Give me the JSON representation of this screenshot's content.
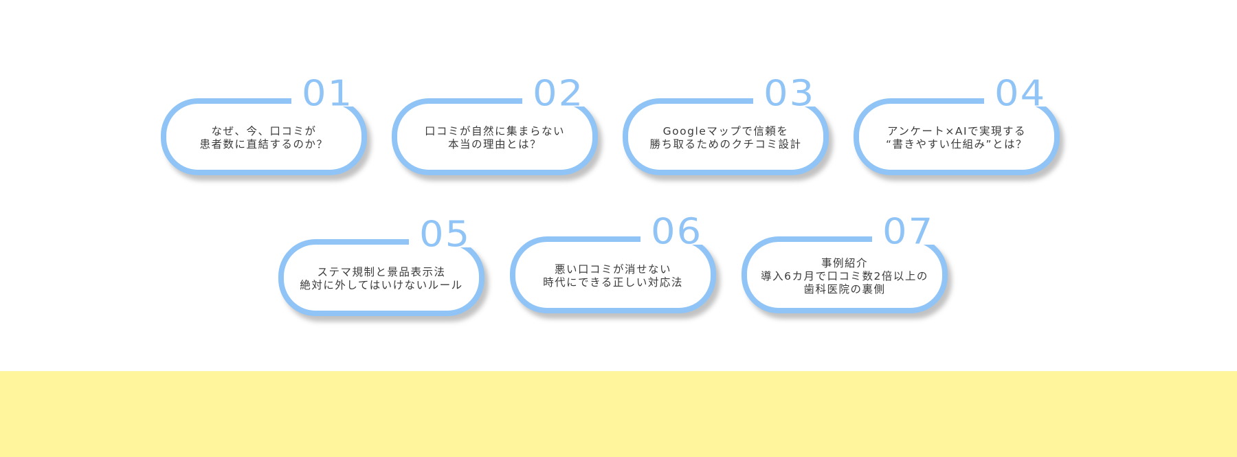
{
  "topics": [
    {
      "number": "01",
      "text": "なぜ、今、口コミが\n患者数に直結するのか？"
    },
    {
      "number": "02",
      "text": "口コミが自然に集まらない\n本当の理由とは？"
    },
    {
      "number": "03",
      "text": "Googleマップで信頼を\n勝ち取るためのクチコミ設計"
    },
    {
      "number": "04",
      "text": "アンケート×AIで実現する\n“書きやすい仕組み”とは？"
    },
    {
      "number": "05",
      "text": "ステマ規制と景品表示法\n絶対に外してはいけないルール"
    },
    {
      "number": "06",
      "text": "悪い口コミが消せない\n時代にできる正しい対応法"
    },
    {
      "number": "07",
      "text": "事例紹介\n導入6カ月で口コミ数2倍以上の\n歯科医院の裏側"
    }
  ],
  "colors": {
    "accent": "#90c4f6",
    "footer": "#fff59d",
    "text": "#3a3a3a"
  }
}
